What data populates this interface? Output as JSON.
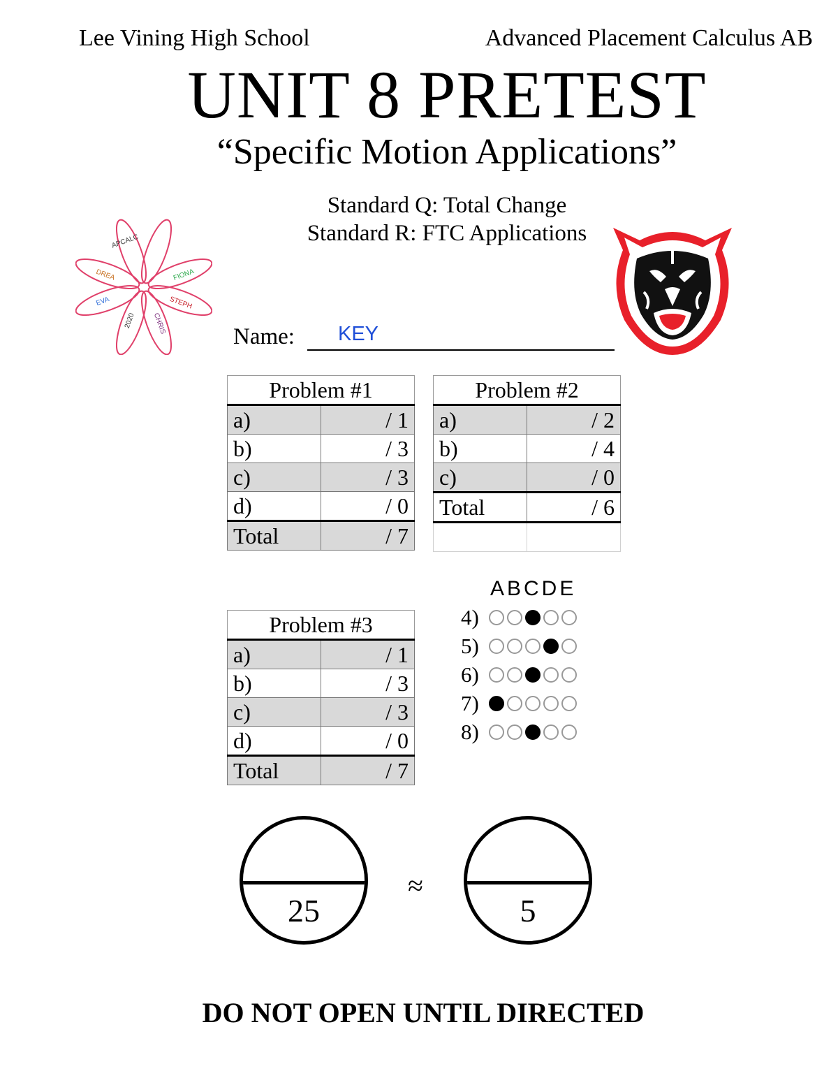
{
  "header": {
    "school": "Lee Vining High School",
    "course": "Advanced Placement Calculus AB"
  },
  "title": "UNIT 8 PRETEST",
  "subtitle": "“Specific Motion Applications”",
  "standards": [
    "Standard Q: Total Change",
    "Standard R: FTC Applications"
  ],
  "logo_text": {
    "center": "APCALC",
    "petals": [
      "FIONA",
      "STEPH",
      "CHRIS",
      "2020",
      "EVA",
      "DREA"
    ]
  },
  "name": {
    "label": "Name:",
    "value": "KEY"
  },
  "problem1": {
    "title": "Problem #1",
    "rows": [
      {
        "label": "a)",
        "points": "/ 1"
      },
      {
        "label": "b)",
        "points": "/ 3"
      },
      {
        "label": "c)",
        "points": "/ 3"
      },
      {
        "label": "d)",
        "points": "/ 0"
      }
    ],
    "total": {
      "label": "Total",
      "points": "/ 7"
    }
  },
  "problem2": {
    "title": "Problem #2",
    "rows": [
      {
        "label": "a)",
        "points": "/ 2"
      },
      {
        "label": "b)",
        "points": "/ 4"
      },
      {
        "label": "c)",
        "points": "/ 0"
      }
    ],
    "total": {
      "label": "Total",
      "points": "/ 6"
    }
  },
  "problem3": {
    "title": "Problem #3",
    "rows": [
      {
        "label": "a)",
        "points": "/ 1"
      },
      {
        "label": "b)",
        "points": "/ 3"
      },
      {
        "label": "c)",
        "points": "/ 3"
      },
      {
        "label": "d)",
        "points": "/ 0"
      }
    ],
    "total": {
      "label": "Total",
      "points": "/ 7"
    }
  },
  "multiple_choice": {
    "header": "ABCDE",
    "choices": [
      "A",
      "B",
      "C",
      "D",
      "E"
    ],
    "questions": [
      {
        "number": "4)",
        "answer": "C"
      },
      {
        "number": "5)",
        "answer": "D"
      },
      {
        "number": "6)",
        "answer": "C"
      },
      {
        "number": "7)",
        "answer": "A"
      },
      {
        "number": "8)",
        "answer": "C"
      }
    ]
  },
  "score": {
    "left_denominator": "25",
    "approx_symbol": "≈",
    "right_denominator": "5"
  },
  "footer": "DO NOT OPEN UNTIL DIRECTED",
  "colors": {
    "name_value": "#1f4fd8",
    "flower_outline": "#e0406a",
    "tiger_red": "#e8202a",
    "table_shade": "#d9d9d9"
  }
}
